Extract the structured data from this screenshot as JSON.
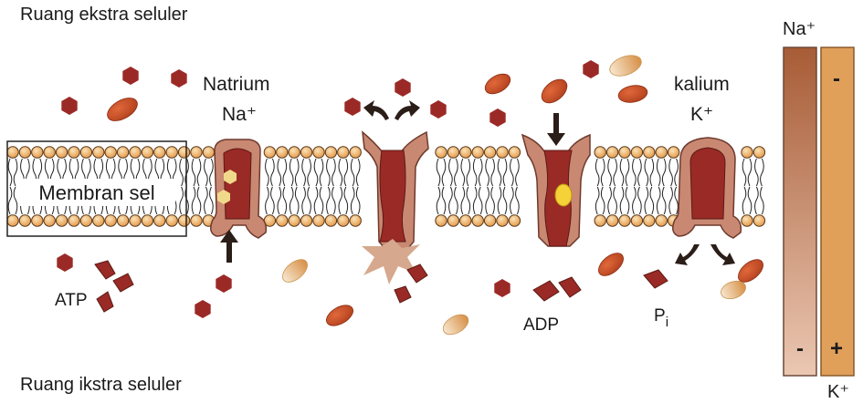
{
  "labels": {
    "top_region": "Ruang ekstra seluler",
    "bottom_region": "Ruang ikstra seluler",
    "membrane": "Membran sel",
    "sodium_name": "Natrium",
    "sodium_symbol": "Na⁺",
    "potassium_name": "kalium",
    "potassium_symbol": "K⁺",
    "atp": "ATP",
    "adp": "ADP",
    "pi_main": "P",
    "pi_sub": "i",
    "bar_na_label": "Na⁺",
    "bar_k_label": "K⁺",
    "bar_na_sign": "-",
    "bar_k_top_sign": "-",
    "bar_k_bottom_sign": "+"
  },
  "colors": {
    "sodium_ion": "#9b2a27",
    "potassium_ion": "#c74b22",
    "pump_outer": "#c98872",
    "pump_inner": "#9a2a26",
    "lipid_head": "#f2b26a",
    "na_gradient_top": "#a9603a",
    "na_gradient_bottom": "#e8c3ad",
    "k_bar": "#e0a05a",
    "arrow": "#2b1d18"
  }
}
